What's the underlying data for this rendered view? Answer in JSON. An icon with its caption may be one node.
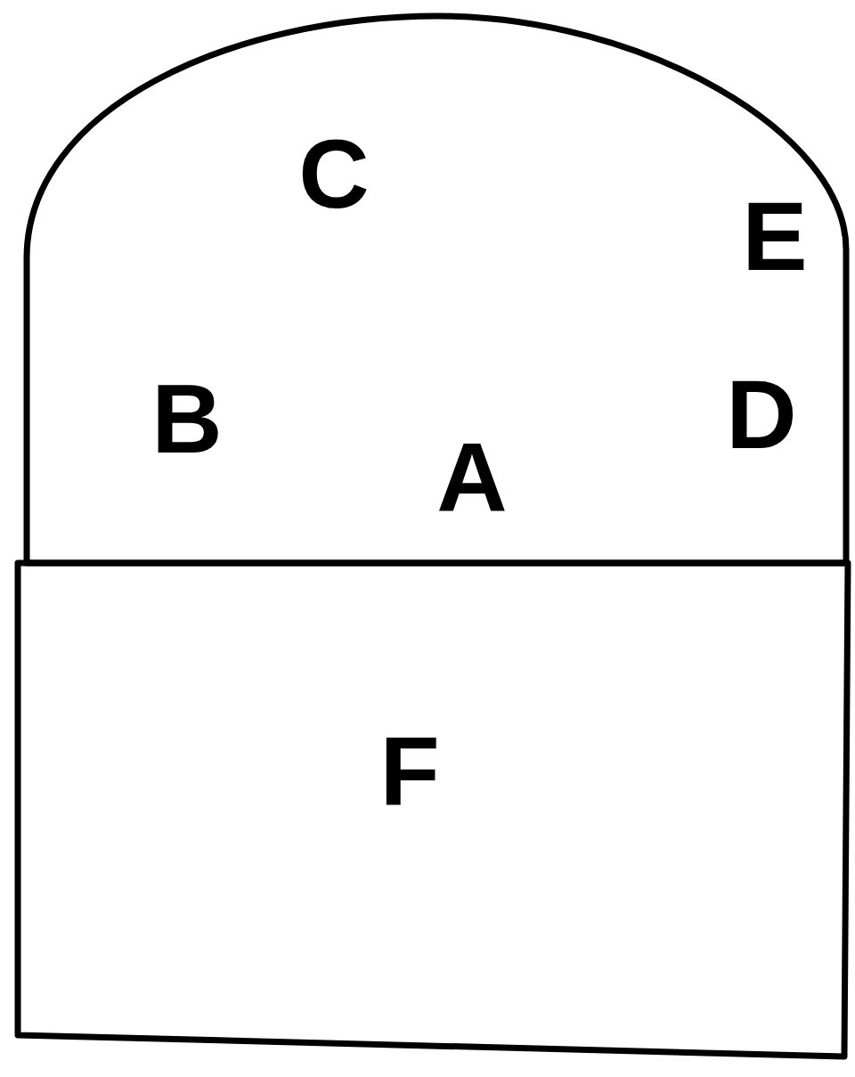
{
  "diagram": {
    "nodes": [
      {
        "text": [
          "C",
          "E",
          "B",
          "D",
          "A"
        ]
      },
      {
        "text": [
          "F"
        ]
      }
    ]
  }
}
